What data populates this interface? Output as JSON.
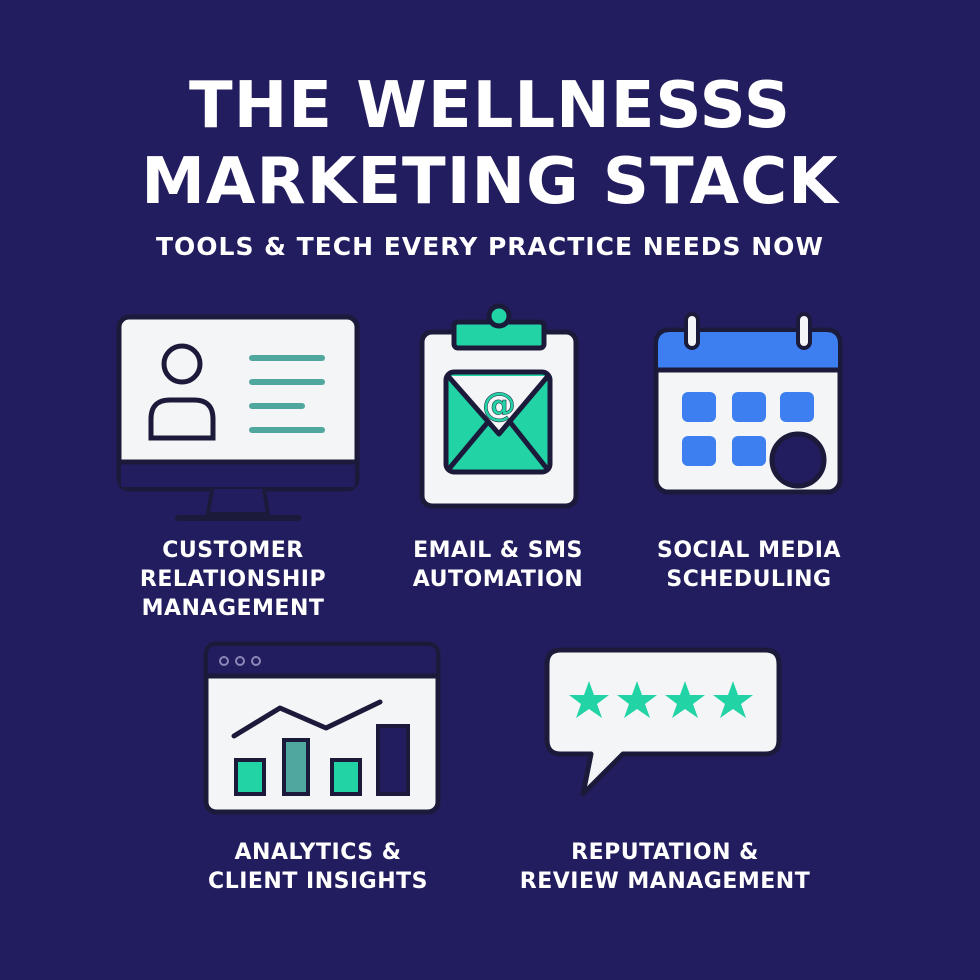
{
  "title": {
    "line1": "THE WELLNESSS",
    "line2": "MARKETING STACK"
  },
  "subtitle": "TOOLS & TECH EVERY PRACTICE NEEDS NOW",
  "tools": [
    {
      "lines": [
        "CUSTOMER",
        "RELATIONSHIP",
        "MANAGEMENT"
      ],
      "icon": "crm-monitor-icon"
    },
    {
      "lines": [
        "EMAIL & SMS",
        "AUTOMATION"
      ],
      "icon": "email-clipboard-icon"
    },
    {
      "lines": [
        "SOCIAL MEDIA",
        "SCHEDULING"
      ],
      "icon": "calendar-icon"
    },
    {
      "lines": [
        "ANALYTICS &",
        "CLIENT INSIGHTS"
      ],
      "icon": "analytics-chart-icon"
    },
    {
      "lines": [
        "REPUTATION &",
        "REVIEW MANAGEMENT"
      ],
      "icon": "review-stars-icon"
    }
  ],
  "email_symbol": "@",
  "colors": {
    "background": "#221d5e",
    "teal": "#22d3a6",
    "blue": "#3d7ff0",
    "outline": "#1c1a3a",
    "panel": "#f4f5f7"
  }
}
